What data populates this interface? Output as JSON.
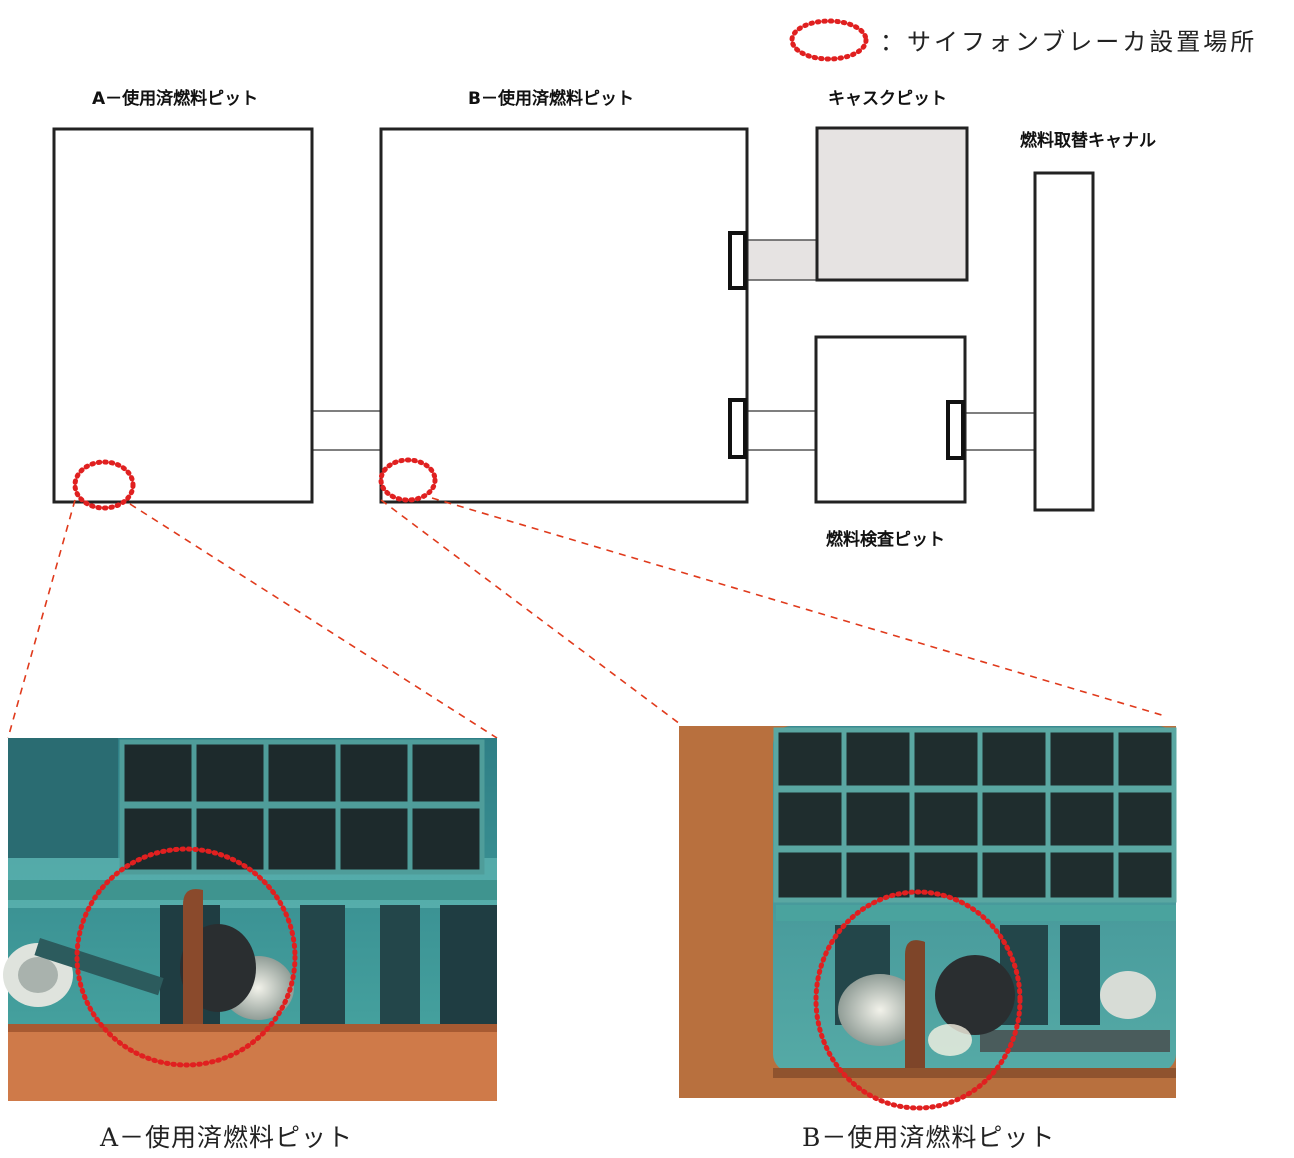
{
  "legend": {
    "text": "：サイフォンブレーカ設置場所",
    "marker_color": "#e02020"
  },
  "labels": {
    "pit_a": "A－使用済燃料ピット",
    "pit_b": "B－使用済燃料ピット",
    "cask_pit": "キャスクピット",
    "canal": "燃料取替キャナル",
    "inspection_pit": "燃料検査ピット"
  },
  "photos": {
    "a_caption": "A－使用済燃料ピット",
    "b_caption": "B－使用済燃料ピット"
  },
  "colors": {
    "cask_fill": "#e6e3e2",
    "water": "#3d9c9a",
    "copper": "#c87848",
    "leader": "#e03a1c"
  }
}
